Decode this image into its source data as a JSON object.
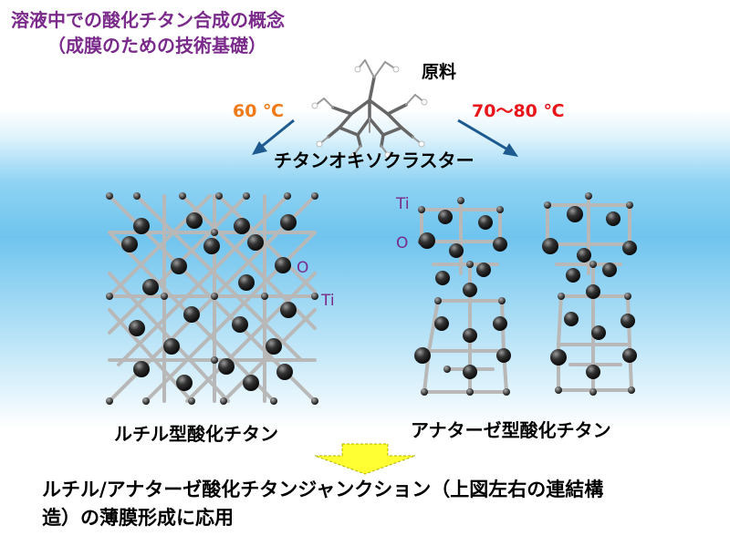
{
  "title": {
    "line1": "溶液中での酸化チタン合成の概念",
    "line2": "（成膜のための技術基礎）"
  },
  "raw_material": "原料",
  "temp_left": "60 ℃",
  "temp_right": "70～80 ℃",
  "cluster_label": "チタンオキソクラスター",
  "atom_labels": {
    "rutile_o": "O",
    "rutile_ti": "Ti",
    "anatase_ti": "Ti",
    "anatase_o": "O"
  },
  "rutile_label": "ルチル型酸化チタン",
  "anatase_label": "アナターゼ型酸化チタン",
  "bottom_text": {
    "line1": "ルチル/アナターゼ酸化チタンジャンクション（上図左右の連結構",
    "line2": "造）の薄膜形成に応用"
  },
  "colors": {
    "title": "#7a2a8a",
    "temp_left": "#f07a1a",
    "temp_right": "#e8161b",
    "arrow_fill": "#ffff33",
    "atom": "#2a2a2a",
    "bond": "#b8b8b8"
  }
}
